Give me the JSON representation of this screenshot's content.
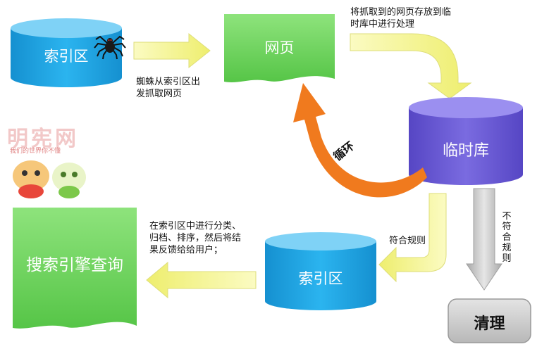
{
  "diagram": {
    "nodes": {
      "index_top": "索引区",
      "webpage": "网页",
      "temp_store": "临时库",
      "index_bottom": "索引区",
      "search_query": "搜索引擎查询",
      "cleanup": "清理"
    },
    "labels": {
      "spider_start": [
        "蜘蛛从索引区出",
        "发抓取网页"
      ],
      "store_temp": [
        "将抓取到的网页存放到临",
        "时库中进行处理"
      ],
      "loop": "循环",
      "match_rule": "符合规则",
      "not_match_rule": "不符合规则",
      "index_process": [
        "在索引区中进行分类、",
        "归档、排序，然后将结",
        "果反馈给给用户；"
      ]
    },
    "watermark": {
      "title": "明宪网",
      "subtitle": "我们的世界你不懂"
    },
    "colors": {
      "cylinder_blue": "#1fa8e6",
      "cylinder_purple": "#6b5bd6",
      "doc_green": "#6fd55f",
      "arrow_yellow": "#f5f58a",
      "arrow_orange": "#f07a1e",
      "arrow_gray": "#bdbdbd",
      "cleanup_gray": "#cfcfcf"
    }
  }
}
